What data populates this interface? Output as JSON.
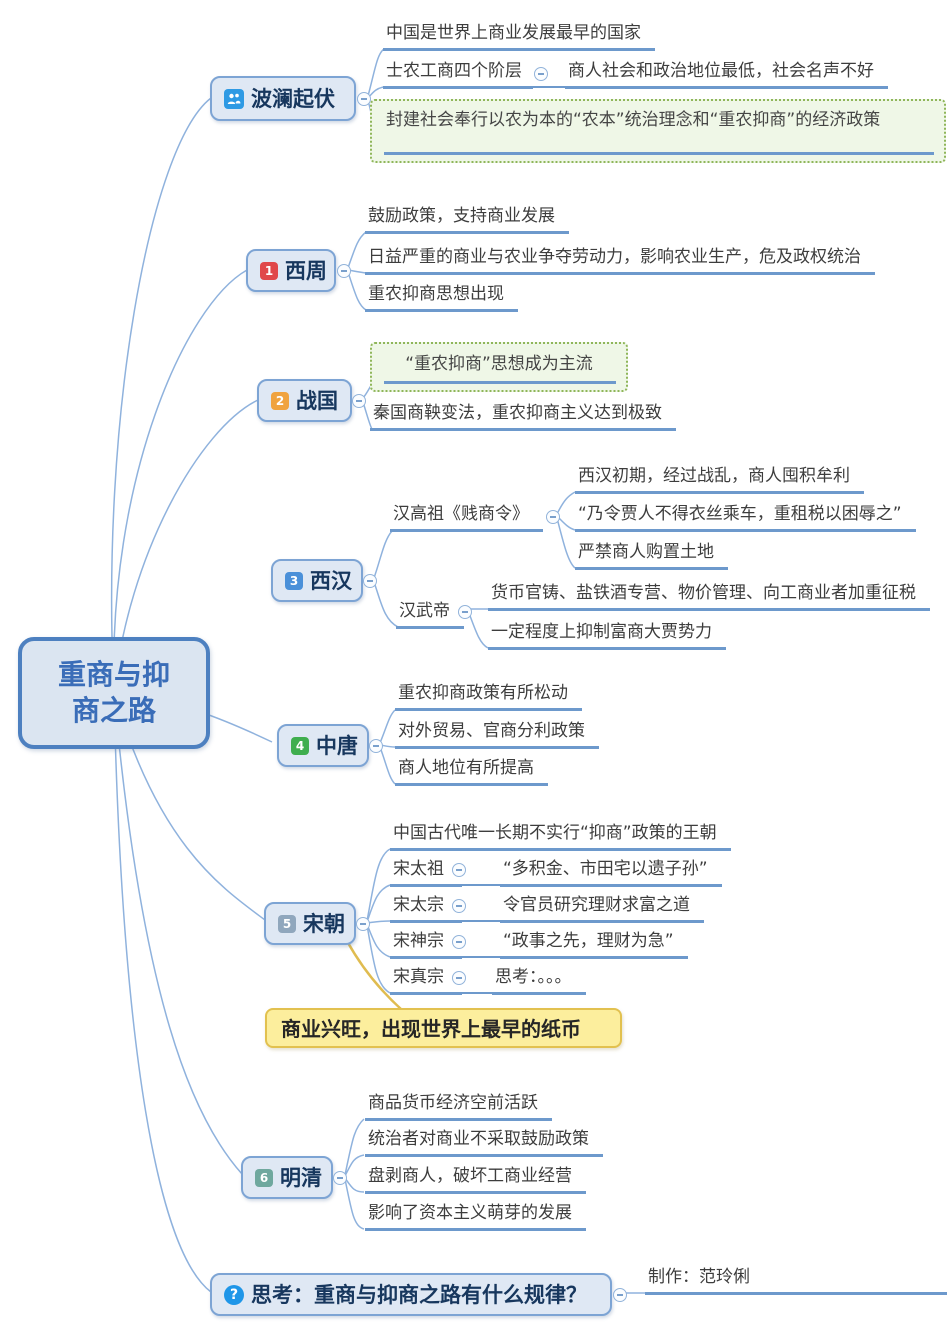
{
  "root": {
    "line1": "重商与抑",
    "line2": "商之路"
  },
  "overview": {
    "label": "波澜起伏",
    "c1": "中国是世界上商业发展最早的国家",
    "c2_label": "士农工商四个阶层",
    "c2_child": "商人社会和政治地位最低，社会名声不好",
    "c3_box": "封建社会奉行以农为本的“农本”统治理念和“重农抑商”的经济政策"
  },
  "xizhou": {
    "num": "1",
    "badge_color": "#e0484a",
    "label": "西周",
    "c1": "鼓励政策，支持商业发展",
    "c2": "日益严重的商业与农业争夺劳动力，影响农业生产，危及政权统治",
    "c3": "重农抑商思想出现"
  },
  "zhanguo": {
    "num": "2",
    "badge_color": "#f0a33f",
    "label": "战国",
    "box": "“重农抑商”思想成为主流",
    "c2": "秦国商鞅变法，重农抑商主义达到极致"
  },
  "xihan": {
    "num": "3",
    "badge_color": "#4a90d9",
    "label": "西汉",
    "gaozu": {
      "label": "汉高祖《贱商令》",
      "c1": "西汉初期，经过战乱，商人囤积牟利",
      "c2": "“乃令贾人不得衣丝乘车，重租税以困辱之”",
      "c3": "严禁商人购置土地"
    },
    "wudi": {
      "label": "汉武帝",
      "c1": "货币官铸、盐铁酒专营、物价管理、向工商业者加重征税",
      "c2": "一定程度上抑制富商大贾势力"
    }
  },
  "zhongtang": {
    "num": "4",
    "badge_color": "#3fae4e",
    "label": "中唐",
    "c1": "重农抑商政策有所松动",
    "c2": "对外贸易、官商分利政策",
    "c3": "商人地位有所提高"
  },
  "songchao": {
    "num": "5",
    "badge_color": "#90a7bd",
    "label": "宋朝",
    "c1": "中国古代唯一长期不实行“抑商”政策的王朝",
    "taizu_label": "宋太祖",
    "taizu_child": "“多积金、市田宅以遗子孙”",
    "taizong_label": "宋太宗",
    "taizong_child": "令官员研究理财求富之道",
    "shenzong_label": "宋神宗",
    "shenzong_child": "“政事之先，理财为急”",
    "zhenzong_label": "宋真宗",
    "zhenzong_child": "思考：。。。",
    "callout": "商业兴旺，出现世界上最早的纸币"
  },
  "mingqing": {
    "num": "6",
    "badge_color": "#6fa89e",
    "label": "明清",
    "c1": "商品货币经济空前活跃",
    "c2": "统治者对商业不采取鼓励政策",
    "c3": "盘剥商人，破坏工商业经营",
    "c4": "影响了资本主义萌芽的发展"
  },
  "sikao": {
    "label": "思考：重商与抑商之路有什么规律？",
    "qmark": "?",
    "child": "制作：范玲俐"
  },
  "colors": {
    "line": "#8fb2dd",
    "underline": "#6d99cc",
    "node_fill": "#dfe8f4",
    "node_border": "#7da4d4",
    "root_fill": "#dbe5f1",
    "root_border": "#4d80c0",
    "root_text": "#3a6db8",
    "green_fill": "#eff7e7",
    "green_border": "#8fb65a",
    "callout_fill": "#fcee9d",
    "callout_border": "#e2c14f",
    "callout_line": "#e0bc50"
  }
}
